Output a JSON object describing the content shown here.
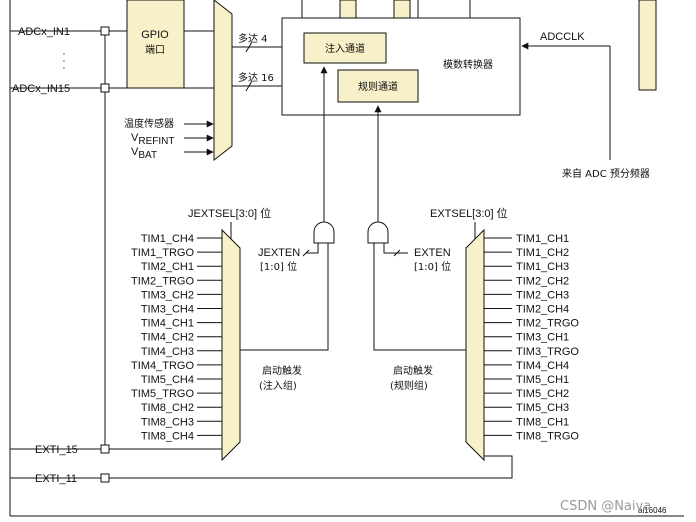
{
  "inputs": {
    "adc_in1": "ADCx_IN1",
    "adc_in15": "ADCx_IN15",
    "dots": "·\n·\n·",
    "temp_sensor": "温度传感器",
    "vrefint": "VREFINT",
    "vbat": "VBAT"
  },
  "gpio": {
    "line1": "GPIO",
    "line2": "端口"
  },
  "mux_top": {
    "up_to_4": "多达 4",
    "up_to_16": "多达 16"
  },
  "adc": {
    "injected": "注入通道",
    "regular": "规则通道",
    "converter": "模数转换器",
    "adcclk": "ADCCLK",
    "prescaler": "来自 ADC 预分频器"
  },
  "injected_trigger": {
    "sel_label": "JEXTSEL[3:0] 位",
    "en_label": "JEXTEN",
    "en_bits": "[1:0] 位",
    "start_trigger": "启动触发",
    "group": "(注入组)",
    "sources": [
      "TIM1_CH4",
      "TIM1_TRGO",
      "TIM2_CH1",
      "TIM2_TRGO",
      "TIM3_CH2",
      "TIM3_CH4",
      "TIM4_CH1",
      "TIM4_CH2",
      "TIM4_CH3",
      "TIM4_TRGO",
      "TIM5_CH4",
      "TIM5_TRGO",
      "TIM8_CH2",
      "TIM8_CH3",
      "TIM8_CH4"
    ]
  },
  "regular_trigger": {
    "sel_label": "EXTSEL[3:0] 位",
    "en_label": "EXTEN",
    "en_bits": "[1:0] 位",
    "start_trigger": "启动触发",
    "group": "(规则组)",
    "sources": [
      "TIM1_CH1",
      "TIM1_CH2",
      "TIM1_CH3",
      "TIM2_CH2",
      "TIM2_CH3",
      "TIM2_CH4",
      "TIM2_TRGO",
      "TIM3_CH1",
      "TIM3_TRGO",
      "TIM4_CH4",
      "TIM5_CH1",
      "TIM5_CH2",
      "TIM5_CH3",
      "TIM8_CH1",
      "TIM8_TRGO"
    ]
  },
  "exti": {
    "exti15": "EXTI_15",
    "exti11": "EXTI_11"
  },
  "footer": {
    "figure_id": "ai16046",
    "watermark": "CSDN @Naiva"
  }
}
